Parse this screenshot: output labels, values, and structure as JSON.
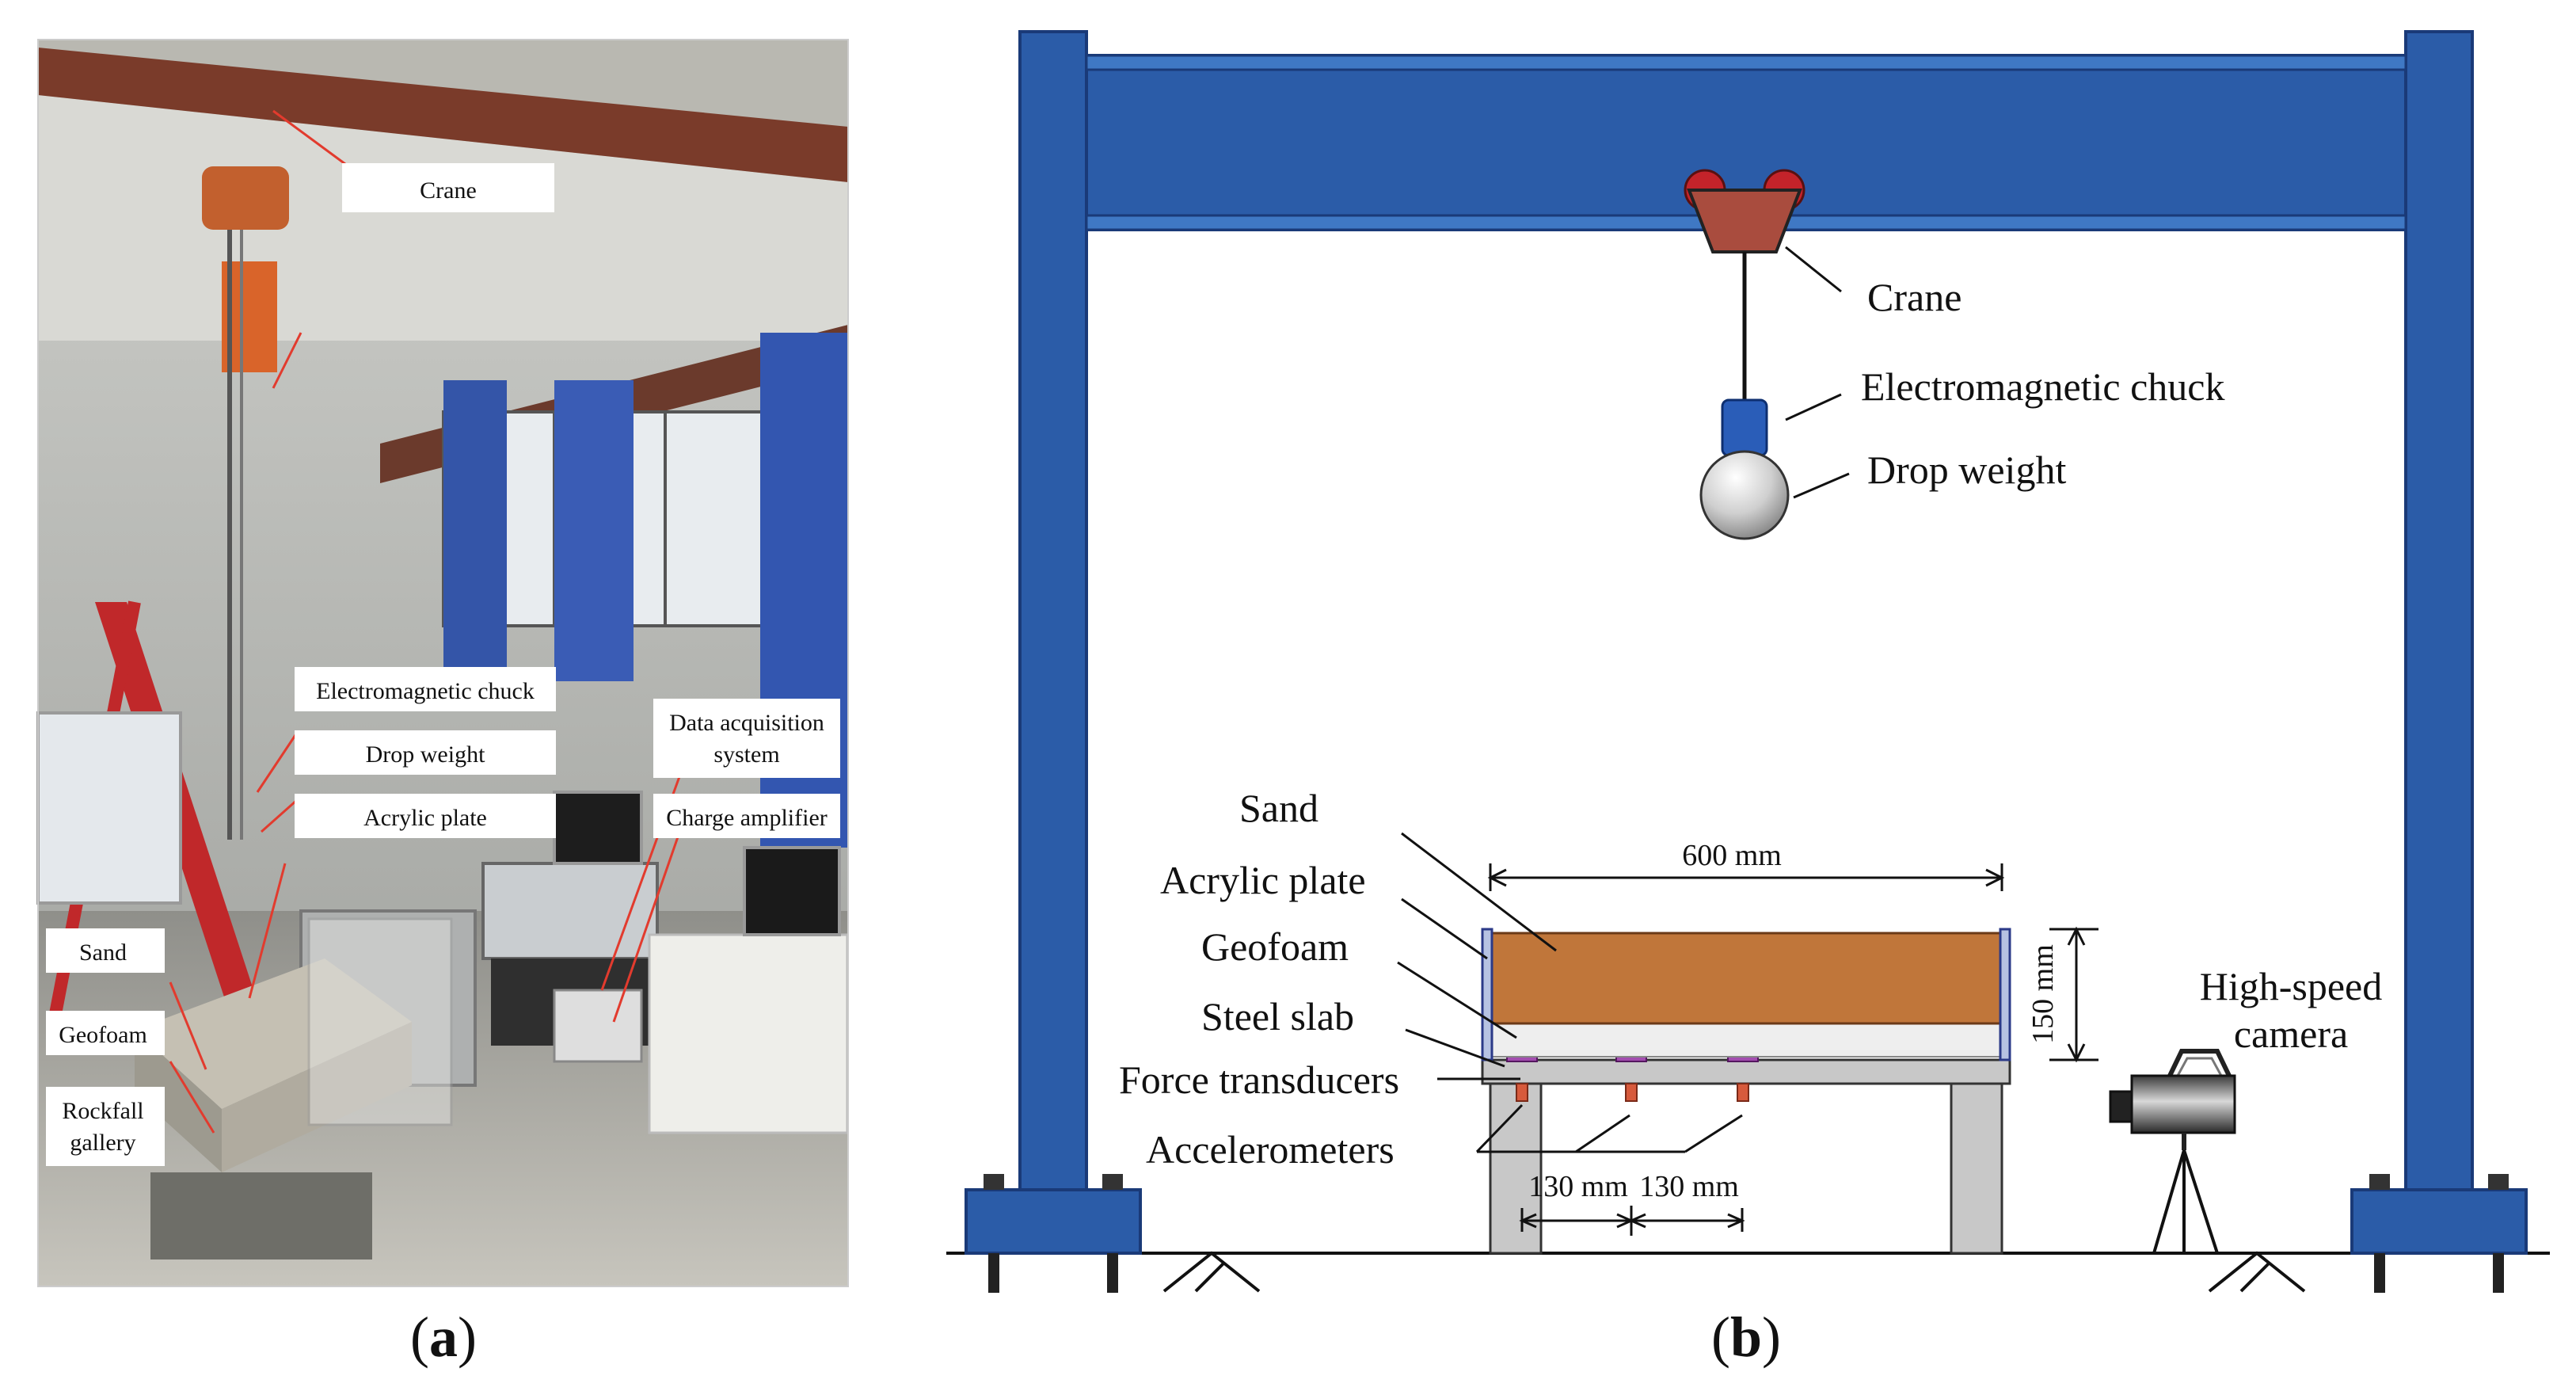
{
  "panel_a": {
    "caption_open": "(",
    "caption_letter": "a",
    "caption_close": ")",
    "labels": {
      "crane": "Crane",
      "electromagnetic_chuck": "Electromagnetic chuck",
      "drop_weight": "Drop weight",
      "acrylic_plate": "Acrylic plate",
      "data_acquisition_line1": "Data acquisition",
      "data_acquisition_line2": "system",
      "charge_amplifier": "Charge amplifier",
      "sand": "Sand",
      "geofoam": "Geofoam",
      "rockfall_line1": "Rockfall",
      "rockfall_line2": "gallery"
    }
  },
  "panel_b": {
    "caption_open": "(",
    "caption_letter": "b",
    "caption_close": ")",
    "labels": {
      "crane": "Crane",
      "electromagnetic_chuck": "Electromagnetic chuck",
      "drop_weight": "Drop weight",
      "sand": "Sand",
      "acrylic_plate": "Acrylic plate",
      "geofoam": "Geofoam",
      "steel_slab": "Steel slab",
      "force_transducers": "Force transducers",
      "accelerometers": "Accelerometers",
      "camera_line1": "High-speed",
      "camera_line2": "camera"
    },
    "dimensions": {
      "width": "600 mm",
      "height": "150 mm",
      "spacing_left": "130 mm",
      "spacing_right": "130 mm"
    }
  },
  "colors": {
    "frame_blue": "#2b5ca8",
    "sand": "#c0763a",
    "geofoam": "#eeeeee",
    "steel": "#c8c8c8",
    "transducer": "#a34db0",
    "accelerometer": "#d75a3c",
    "crane_trolley": "#a94c3e",
    "crane_wheels": "#c4232a",
    "chuck": "#2a5db8"
  }
}
